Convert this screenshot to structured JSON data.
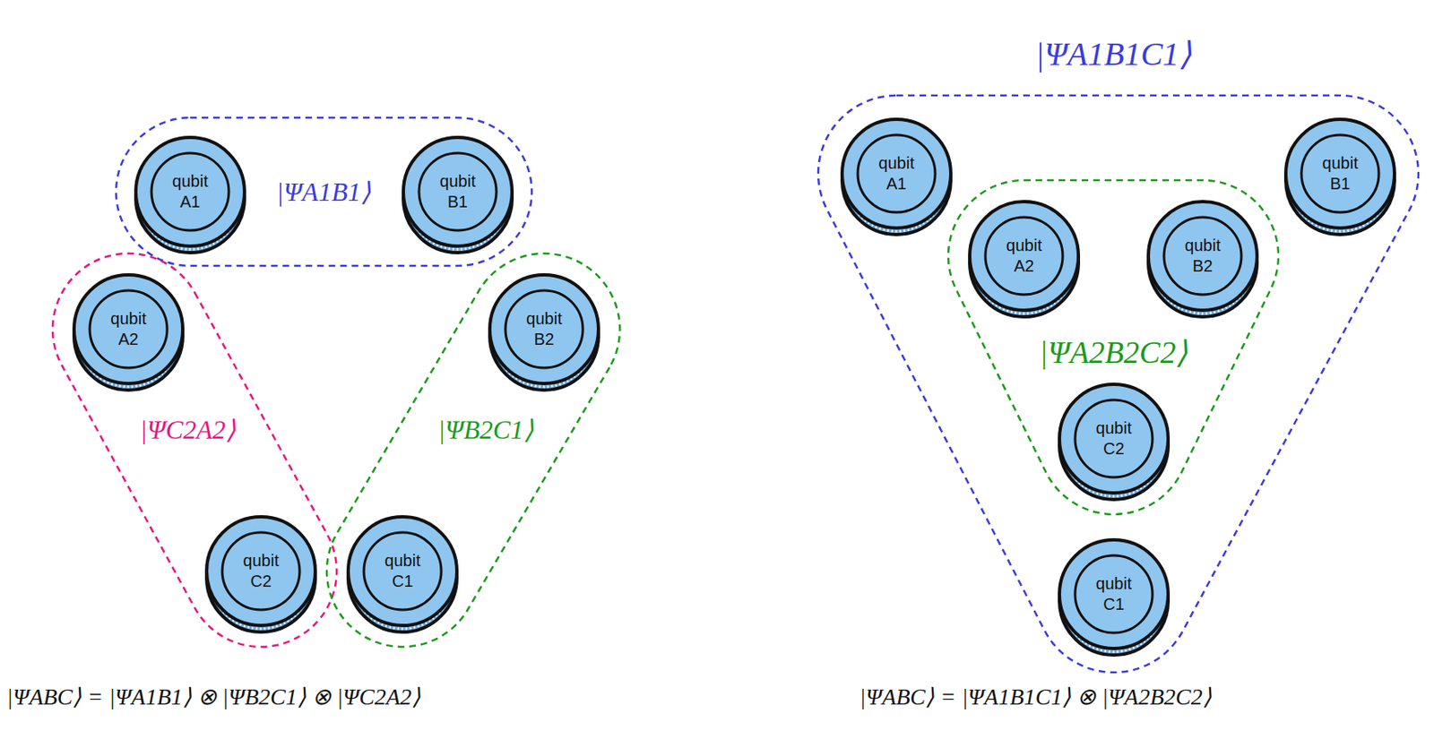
{
  "diagram": {
    "nodes": [
      {
        "text": [
          "|ΨA1B1⟩"
        ]
      },
      {
        "text": [
          "qubit A1"
        ],
        "in": 0
      },
      {
        "text": [
          "qubit B1"
        ],
        "in": 0
      },
      {
        "text": [
          "|ΨC2A2⟩"
        ]
      },
      {
        "text": [
          "qubit A2"
        ],
        "in": 3
      },
      {
        "text": [
          "qubit C2"
        ],
        "in": 3
      },
      {
        "text": [
          "|ΨB2C1⟩"
        ]
      },
      {
        "text": [
          "qubit B2"
        ],
        "in": 6
      },
      {
        "text": [
          "qubit C1"
        ],
        "in": 6
      },
      {
        "text": [
          "|ΨA1B1C1⟩"
        ]
      },
      {
        "text": [
          "qubit A1"
        ],
        "in": 9
      },
      {
        "text": [
          "qubit B1"
        ],
        "in": 9
      },
      {
        "text": [
          "|ΨA2B2C2⟩"
        ],
        "in": 9
      },
      {
        "text": [
          "qubit A2"
        ],
        "in": 12
      },
      {
        "text": [
          "qubit B2"
        ],
        "in": 12
      },
      {
        "text": [
          "qubit C2"
        ],
        "in": 12
      },
      {
        "text": [
          "qubit C1"
        ],
        "in": 9
      }
    ],
    "labels": [
      "|ΨABC⟩ = |ΨA1B1⟩ ⊗ |ΨB2C1⟩ ⊗ |ΨC2A2⟩",
      "|ΨABC⟩ = |ΨA1B1C1⟩ ⊗ |ΨA2B2C2⟩"
    ]
  }
}
